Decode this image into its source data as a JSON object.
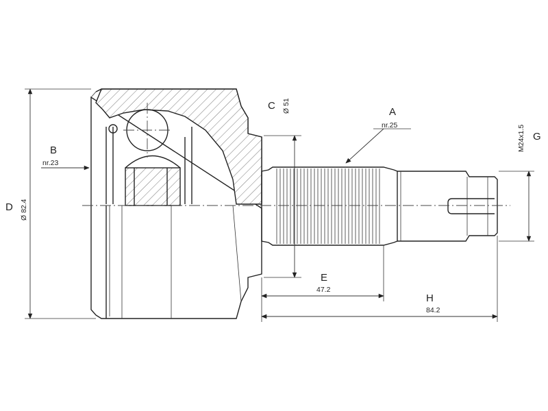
{
  "labels": {
    "A": "A",
    "A_sub": "nr.25",
    "B": "B",
    "B_sub": "nr.23",
    "C": "C",
    "C_sub": "Ø 51",
    "D": "D",
    "D_sub": "Ø 82.4",
    "E": "E",
    "E_sub": "47.2",
    "G": "G",
    "G_sub": "M24x1.5",
    "H": "H",
    "H_sub": "84.2"
  }
}
